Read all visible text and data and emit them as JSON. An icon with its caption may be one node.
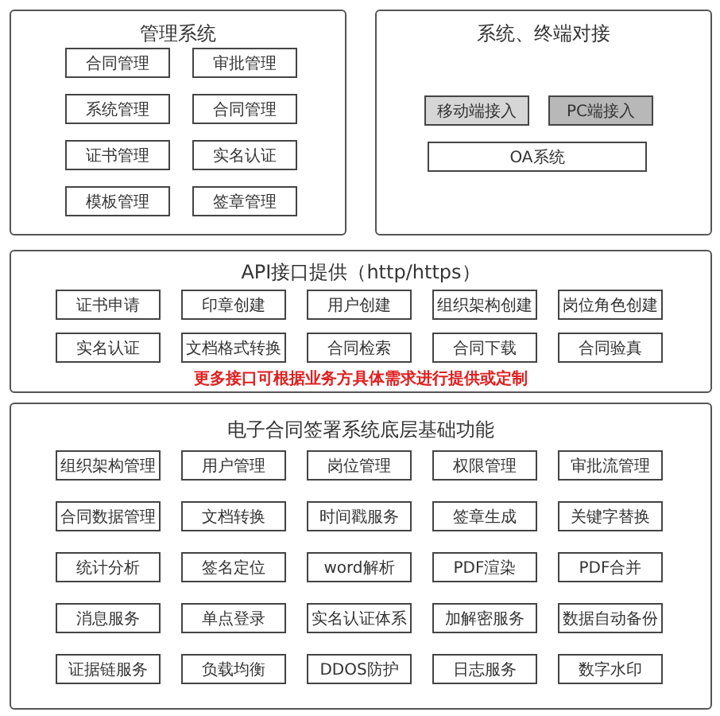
{
  "diagram": {
    "nodes": [
      {
        "text": [
          "管理系统"
        ]
      },
      {
        "text": [
          "合同管理"
        ],
        "in": 0
      },
      {
        "text": [
          "审批管理"
        ],
        "in": 0
      },
      {
        "text": [
          "系统管理"
        ],
        "in": 0
      },
      {
        "text": [
          "合同管理"
        ],
        "in": 0
      },
      {
        "text": [
          "证书管理"
        ],
        "in": 0
      },
      {
        "text": [
          "实名认证"
        ],
        "in": 0
      },
      {
        "text": [
          "模板管理"
        ],
        "in": 0
      },
      {
        "text": [
          "签章管理"
        ],
        "in": 0
      },
      {
        "text": [
          "系统、终端对接"
        ]
      },
      {
        "text": [
          "移动端接入"
        ],
        "in": 9
      },
      {
        "text": [
          "PC端接入"
        ],
        "in": 9
      },
      {
        "text": [
          "OA系统"
        ],
        "in": 9
      },
      {
        "text": [
          "API接口提供（http/https）",
          "更多接口可根据业务方具体需求进行提供或定制"
        ]
      },
      {
        "text": [
          "证书申请"
        ],
        "in": 13
      },
      {
        "text": [
          "印章创建"
        ],
        "in": 13
      },
      {
        "text": [
          "用户创建"
        ],
        "in": 13
      },
      {
        "text": [
          "组织架构创建"
        ],
        "in": 13
      },
      {
        "text": [
          "岗位角色创建"
        ],
        "in": 13
      },
      {
        "text": [
          "实名认证"
        ],
        "in": 13
      },
      {
        "text": [
          "文档格式转换"
        ],
        "in": 13
      },
      {
        "text": [
          "合同检索"
        ],
        "in": 13
      },
      {
        "text": [
          "合同下载"
        ],
        "in": 13
      },
      {
        "text": [
          "合同验真"
        ],
        "in": 13
      },
      {
        "text": [
          "电子合同签署系统底层基础功能"
        ]
      },
      {
        "text": [
          "组织架构管理"
        ],
        "in": 24
      },
      {
        "text": [
          "用户管理"
        ],
        "in": 24
      },
      {
        "text": [
          "岗位管理"
        ],
        "in": 24
      },
      {
        "text": [
          "权限管理"
        ],
        "in": 24
      },
      {
        "text": [
          "审批流管理"
        ],
        "in": 24
      },
      {
        "text": [
          "合同数据管理"
        ],
        "in": 24
      },
      {
        "text": [
          "文档转换"
        ],
        "in": 24
      },
      {
        "text": [
          "时间戳服务"
        ],
        "in": 24
      },
      {
        "text": [
          "签章生成"
        ],
        "in": 24
      },
      {
        "text": [
          "关键字替换"
        ],
        "in": 24
      },
      {
        "text": [
          "统计分析"
        ],
        "in": 24
      },
      {
        "text": [
          "签名定位"
        ],
        "in": 24
      },
      {
        "text": [
          "word解析"
        ],
        "in": 24
      },
      {
        "text": [
          "PDF渲染"
        ],
        "in": 24
      },
      {
        "text": [
          "PDF合并"
        ],
        "in": 24
      },
      {
        "text": [
          "消息服务"
        ],
        "in": 24
      },
      {
        "text": [
          "单点登录"
        ],
        "in": 24
      },
      {
        "text": [
          "实名认证体系"
        ],
        "in": 24
      },
      {
        "text": [
          "加解密服务"
        ],
        "in": 24
      },
      {
        "text": [
          "数据自动备份"
        ],
        "in": 24
      },
      {
        "text": [
          "证据链服务"
        ],
        "in": 24
      },
      {
        "text": [
          "负载均衡"
        ],
        "in": 24
      },
      {
        "text": [
          "DDOS防护"
        ],
        "in": 24
      },
      {
        "text": [
          "日志服务"
        ],
        "in": 24
      },
      {
        "text": [
          "数字水印"
        ],
        "in": 24
      }
    ]
  }
}
